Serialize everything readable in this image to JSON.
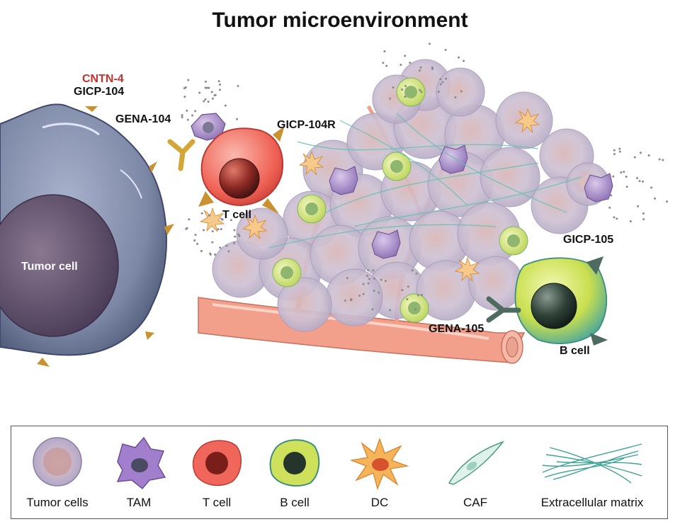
{
  "title": "Tumor microenvironment",
  "labels": {
    "cntn4": "CNTN-4",
    "gicp104": "GICP-104",
    "gena104": "GENA-104",
    "gicp104r": "GICP-104R",
    "t_cell": "T cell",
    "tumor_cell": "Tumor cell",
    "gicp105": "GICP-105",
    "gena105": "GENA-105",
    "b_cell": "B cell"
  },
  "legend": [
    {
      "label": "Tumor cells",
      "icon": "tumor-cell-icon"
    },
    {
      "label": "TAM",
      "icon": "tam-icon"
    },
    {
      "label": "T cell",
      "icon": "t-cell-icon"
    },
    {
      "label": "B cell",
      "icon": "b-cell-icon"
    },
    {
      "label": "DC",
      "icon": "dc-icon"
    },
    {
      "label": "CAF",
      "icon": "caf-icon"
    },
    {
      "label": "Extracellular matrix",
      "icon": "ecm-icon"
    }
  ],
  "colors": {
    "tumor_cell": "#7f8aa8",
    "t_cell": "#f0665a",
    "b_cell": "#d6e85a",
    "vessel": "#f2a08c",
    "antibody_gena104": "#d4a635",
    "antibody_gena105": "#4d6b5e",
    "cntn4_label": "#c8302c"
  }
}
